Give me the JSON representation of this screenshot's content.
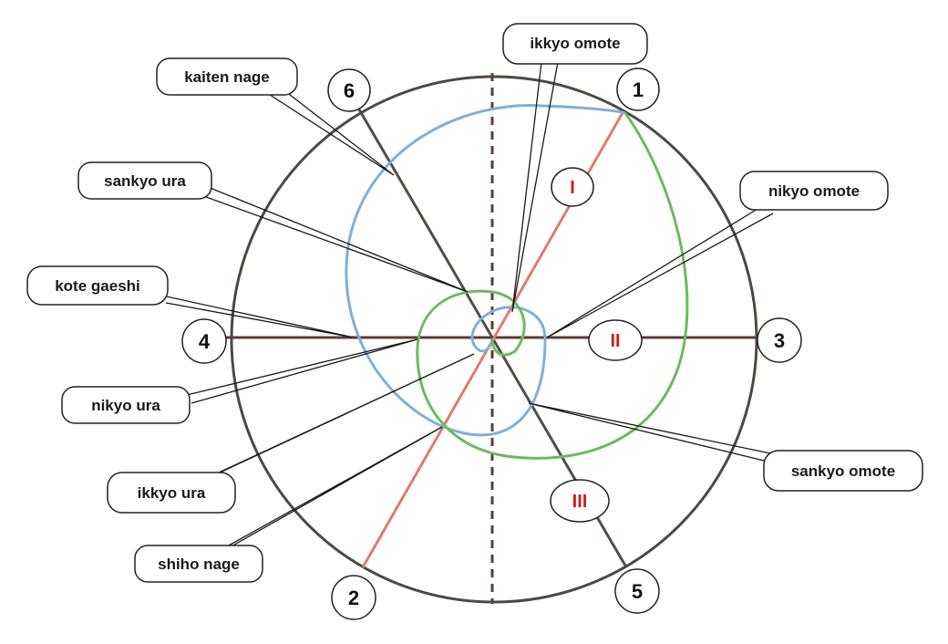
{
  "colors": {
    "outer_circle": "#4a4a44",
    "blue_spiral": "#7fb0d8",
    "green_spiral": "#6bbb5f",
    "red_line": "#e07a72",
    "axis_line": "#5a3e36",
    "dark_line": "#4f4f46",
    "roman_numeral": "#cc1f1f"
  },
  "direction_numbers": {
    "n1": "1",
    "n2": "2",
    "n3": "3",
    "n4": "4",
    "n5": "5",
    "n6": "6"
  },
  "roman_numerals": {
    "r1": "I",
    "r2": "II",
    "r3": "III"
  },
  "techniques": {
    "ikkyo_omote": "ikkyo omote",
    "kaiten_nage": "kaiten nage",
    "sankyo_ura": "sankyo ura",
    "nikyo_omote": "nikyo omote",
    "kote_gaeshi": "kote gaeshi",
    "nikyo_ura": "nikyo ura",
    "sankyo_omote": "sankyo omote",
    "ikkyo_ura": "ikkyo ura",
    "shiho_nage": "shiho nage"
  }
}
